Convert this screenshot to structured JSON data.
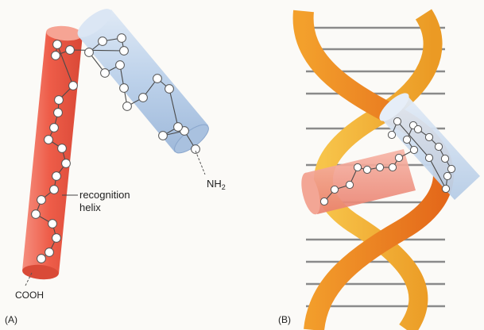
{
  "panels": {
    "a": {
      "letter": "(A)",
      "labels": {
        "recognition_line1": "recognition",
        "recognition_line2": "helix",
        "cooh": "COOH",
        "nh2_main": "NH",
        "nh2_sub": "2"
      }
    },
    "b": {
      "letter": "(B)"
    }
  },
  "colors": {
    "red_helix": "#ef6a55",
    "blue_helix": "#b9cfe8",
    "dna_strand": "#f08a1e",
    "dna_strand_light": "#f5b020",
    "base_pair": "#8a8a8a",
    "residue_fill": "#ffffff",
    "residue_stroke": "#555555"
  }
}
